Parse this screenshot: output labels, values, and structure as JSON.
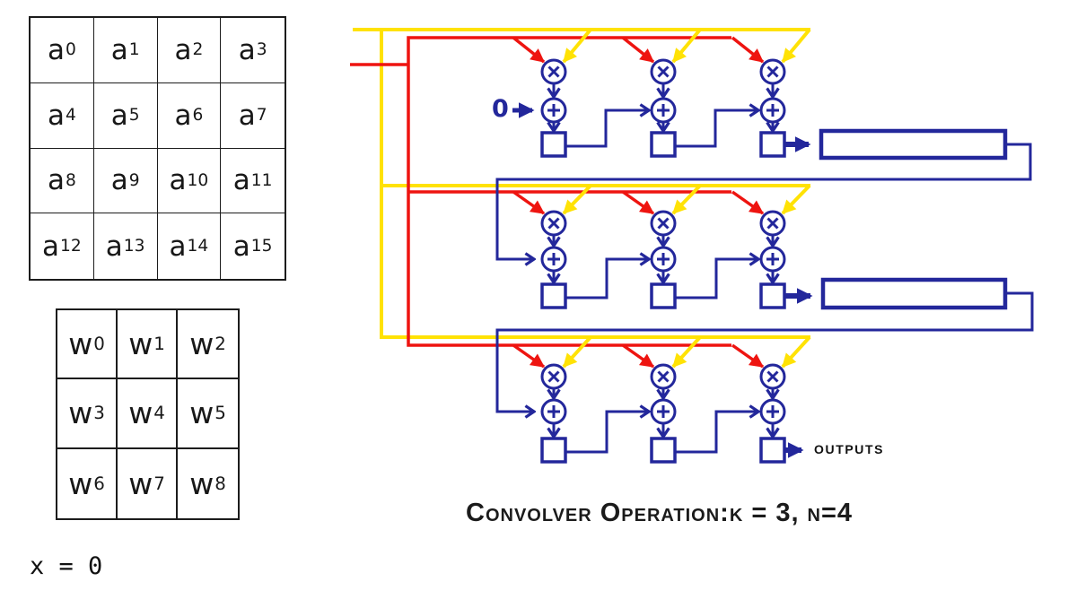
{
  "colors": {
    "wire_blue": "#23279b",
    "wire_red": "#ee1410",
    "wire_yellow": "#ffe205",
    "text_black": "#161616"
  },
  "matrix_a": {
    "base": "a",
    "rows": 4,
    "cols": 4,
    "subscripts": [
      "0",
      "1",
      "2",
      "3",
      "4",
      "5",
      "6",
      "7",
      "8",
      "9",
      "10",
      "11",
      "12",
      "13",
      "14",
      "15"
    ]
  },
  "matrix_w": {
    "base": "w",
    "rows": 3,
    "cols": 3,
    "subscripts": [
      "0",
      "1",
      "2",
      "3",
      "4",
      "5",
      "6",
      "7",
      "8"
    ]
  },
  "labels": {
    "x_assignment": "x = 0",
    "zero_input": "0",
    "outputs": "OUTPUTS",
    "caption": "Convolver Operation:k = 3, n=4"
  }
}
